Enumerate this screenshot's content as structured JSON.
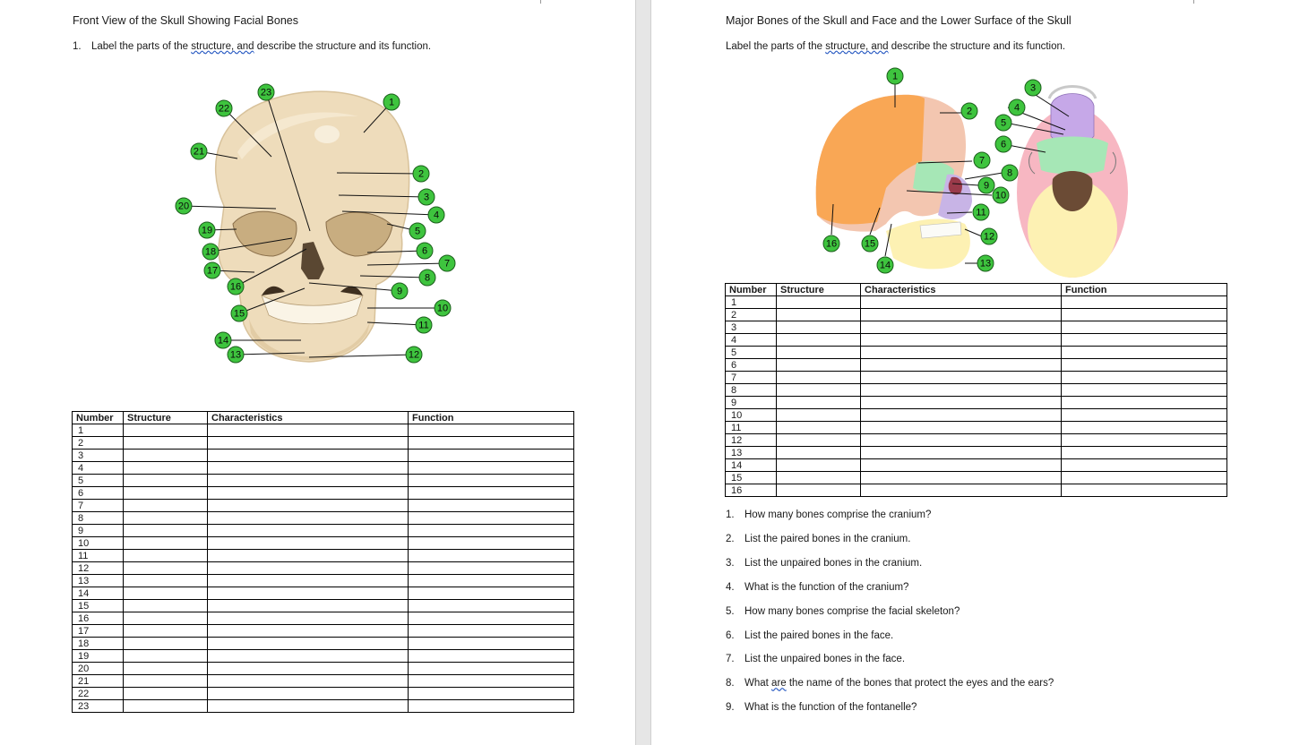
{
  "left": {
    "title": "Front View of the Skull Showing Facial Bones",
    "instruction_number": "1.",
    "instruction_pre": "Label the parts of the ",
    "instruction_mid": "structure, and",
    "instruction_post": " describe the structure and its function.",
    "headers": [
      "Number",
      "Structure",
      "Characteristics",
      "Function"
    ],
    "rows": [
      "1",
      "2",
      "3",
      "4",
      "5",
      "6",
      "7",
      "8",
      "9",
      "10",
      "11",
      "12",
      "13",
      "14",
      "15",
      "16",
      "17",
      "18",
      "19",
      "20",
      "21",
      "22",
      "23"
    ]
  },
  "right": {
    "title": "Major Bones of the Skull and Face and the Lower Surface of the Skull",
    "instruction_pre": "Label the parts of the ",
    "instruction_mid": "structure, and",
    "instruction_post": " describe the structure and its function.",
    "headers": [
      "Number",
      "Structure",
      "Characteristics",
      "Function"
    ],
    "rows": [
      "1",
      "2",
      "3",
      "4",
      "5",
      "6",
      "7",
      "8",
      "9",
      "10",
      "11",
      "12",
      "13",
      "14",
      "15",
      "16"
    ],
    "questions": [
      {
        "num": "1.",
        "pre": "How many bones comprise the cranium?",
        "mid": "",
        "post": ""
      },
      {
        "num": "2.",
        "pre": "List the paired bones in the cranium.",
        "mid": "",
        "post": ""
      },
      {
        "num": "3.",
        "pre": "List the unpaired bones in the cranium.",
        "mid": "",
        "post": ""
      },
      {
        "num": "4.",
        "pre": "What is the function of the cranium?",
        "mid": "",
        "post": ""
      },
      {
        "num": "5.",
        "pre": "How many bones comprise the facial skeleton?",
        "mid": "",
        "post": ""
      },
      {
        "num": "6.",
        "pre": "List the paired bones in the face.",
        "mid": "",
        "post": ""
      },
      {
        "num": "7.",
        "pre": "List the unpaired bones in the face.",
        "mid": "",
        "post": ""
      },
      {
        "num": "8.",
        "pre": "What ",
        "mid": "are",
        "post": " the name of the bones that protect the eyes and the ears?"
      },
      {
        "num": "9.",
        "pre": "What is the function of the fontanelle?",
        "mid": "",
        "post": ""
      }
    ]
  },
  "front_labels": [
    "1",
    "2",
    "3",
    "4",
    "5",
    "6",
    "7",
    "8",
    "9",
    "10",
    "11",
    "12",
    "13",
    "14",
    "15",
    "16",
    "17",
    "18",
    "19",
    "20",
    "21",
    "22",
    "23"
  ],
  "side_labels": [
    "1",
    "2",
    "3",
    "4",
    "5",
    "6",
    "7",
    "8",
    "9",
    "10",
    "11",
    "12",
    "13",
    "14",
    "15",
    "16"
  ],
  "colors": {
    "label_fill": "#3ec43e",
    "bone": "#eedcbb",
    "parietal": "#f9a755",
    "frontal_side": "#f3c6b0",
    "sphenoid": "#a6e7b6",
    "temporal": "#c8b4e6",
    "mandible": "#fdf1b3",
    "occipital": "#f7b7c2",
    "palate": "#c6a8e8"
  }
}
